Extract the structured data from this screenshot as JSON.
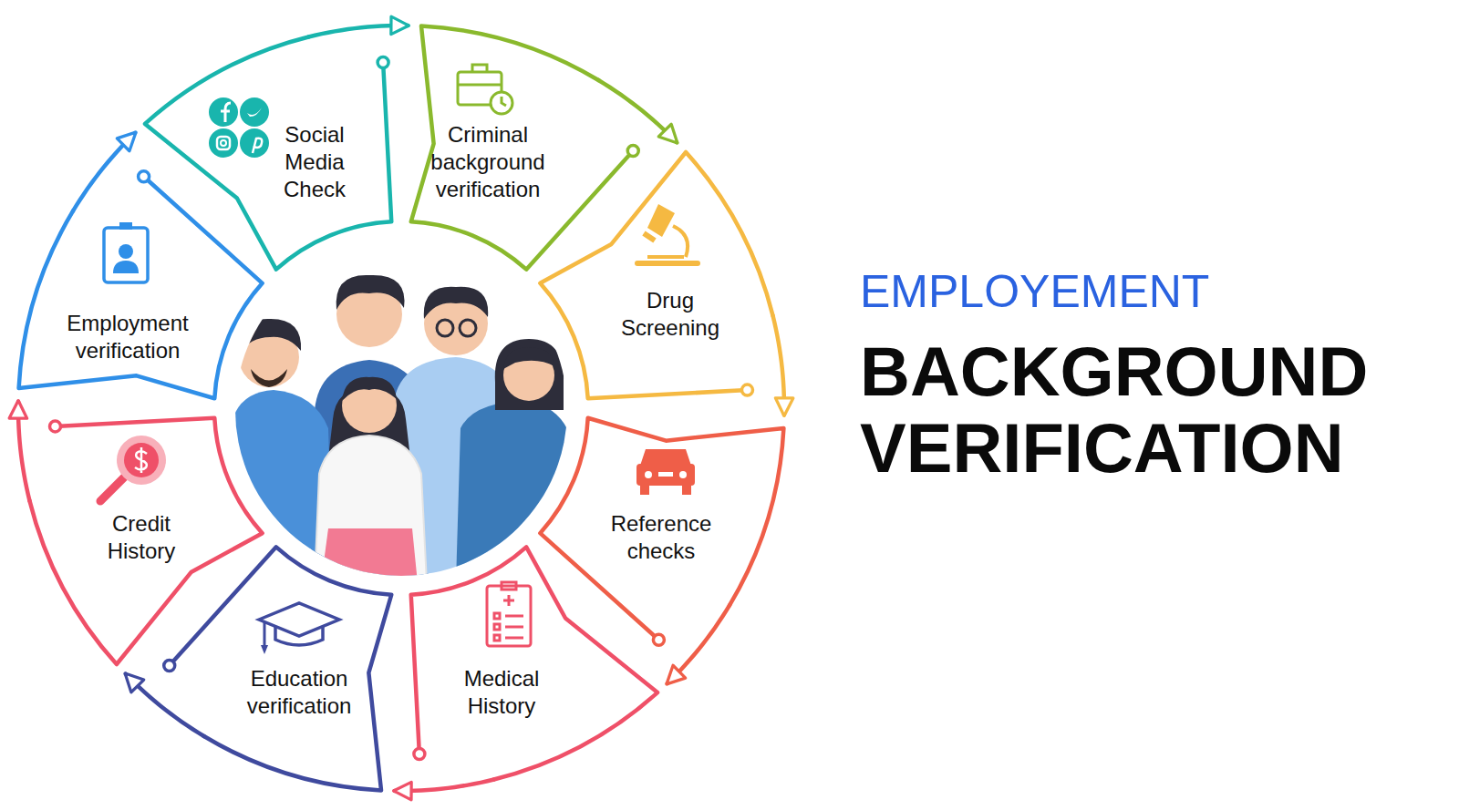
{
  "diagram": {
    "title": "BACKGROUND VERIFICATION",
    "nodes": [
      {
        "text": [
          "Social Media Check"
        ]
      },
      {
        "text": [
          "Criminal background verification"
        ]
      },
      {
        "text": [
          "Drug Screening"
        ]
      },
      {
        "text": [
          "Reference checks"
        ]
      },
      {
        "text": [
          "Medical History"
        ]
      },
      {
        "text": [
          "Education verification"
        ]
      },
      {
        "text": [
          "Credit History"
        ]
      },
      {
        "text": [
          "Employment verification"
        ]
      }
    ],
    "edges": [
      {
        "from": 0,
        "to": 1,
        "arrow": "to"
      },
      {
        "from": 1,
        "to": 2,
        "arrow": "to"
      },
      {
        "from": 2,
        "to": 3,
        "arrow": "to"
      },
      {
        "from": 3,
        "to": 4,
        "arrow": "to"
      },
      {
        "from": 4,
        "to": 5,
        "arrow": "to"
      },
      {
        "from": 5,
        "to": 6,
        "arrow": "to"
      },
      {
        "from": 6,
        "to": 7,
        "arrow": "to"
      },
      {
        "from": 7,
        "to": 0,
        "arrow": "to"
      }
    ],
    "labels": [
      "EMPLOYEMENT"
    ]
  }
}
